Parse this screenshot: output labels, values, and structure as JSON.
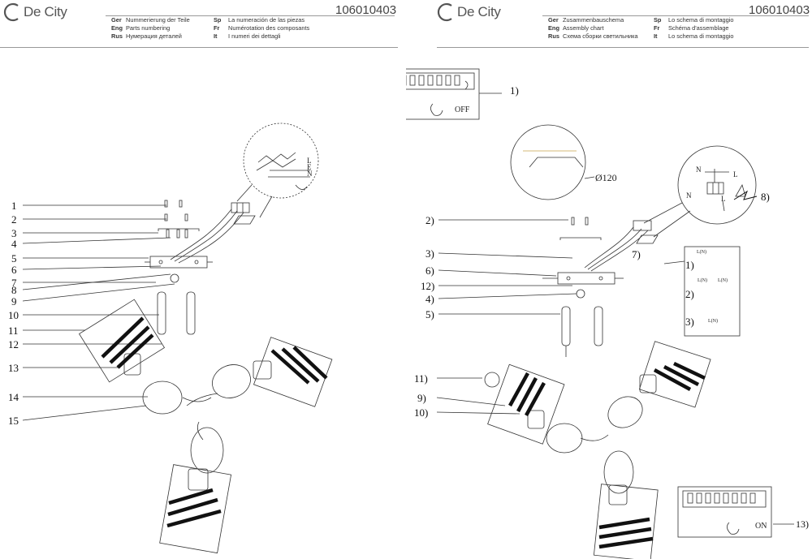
{
  "brand": "De City",
  "product_code": "106010403",
  "left_page": {
    "header": [
      {
        "lang": "Ger",
        "text": "Nummerierung der Teile"
      },
      {
        "lang": "Eng",
        "text": "Parts numbering"
      },
      {
        "lang": "Rus",
        "text": "Нумерация деталей"
      },
      {
        "lang": "Sp",
        "text": "La numeración de las piezas"
      },
      {
        "lang": "Fr",
        "text": "Numérotation des composants"
      },
      {
        "lang": "It",
        "text": "I numeri dei dettagli"
      }
    ],
    "callouts": [
      "1",
      "2",
      "3",
      "4",
      "5",
      "6",
      "7",
      "8",
      "9",
      "10",
      "11",
      "12",
      "13",
      "14",
      "15"
    ],
    "wire_labels": [
      "L",
      "E",
      "N"
    ]
  },
  "right_page": {
    "header": [
      {
        "lang": "Ger",
        "text": "Zusammenbauschema"
      },
      {
        "lang": "Eng",
        "text": "Assembly chart"
      },
      {
        "lang": "Rus",
        "text": "Схема сборки светильника"
      },
      {
        "lang": "Sp",
        "text": "Lo schema di montaggio"
      },
      {
        "lang": "Fr",
        "text": "Schéma d'assemblage"
      },
      {
        "lang": "It",
        "text": "Lo schema di montaggio"
      }
    ],
    "steps": [
      "1)",
      "2)",
      "3)",
      "6)",
      "12)",
      "4)",
      "5)",
      "7)",
      "8)",
      "11)",
      "9)",
      "10)",
      "13)"
    ],
    "switch_off": "OFF",
    "switch_on": "ON",
    "diameter": "Ø120",
    "terminal_labels": {
      "n1": "N",
      "l1": "L",
      "n2": "N",
      "l2": "L"
    },
    "wire_options": [
      "1)",
      "2)",
      "3)"
    ],
    "lead_labels": [
      "L(N)",
      "L(N)",
      "L(N)",
      "L(N)"
    ]
  }
}
